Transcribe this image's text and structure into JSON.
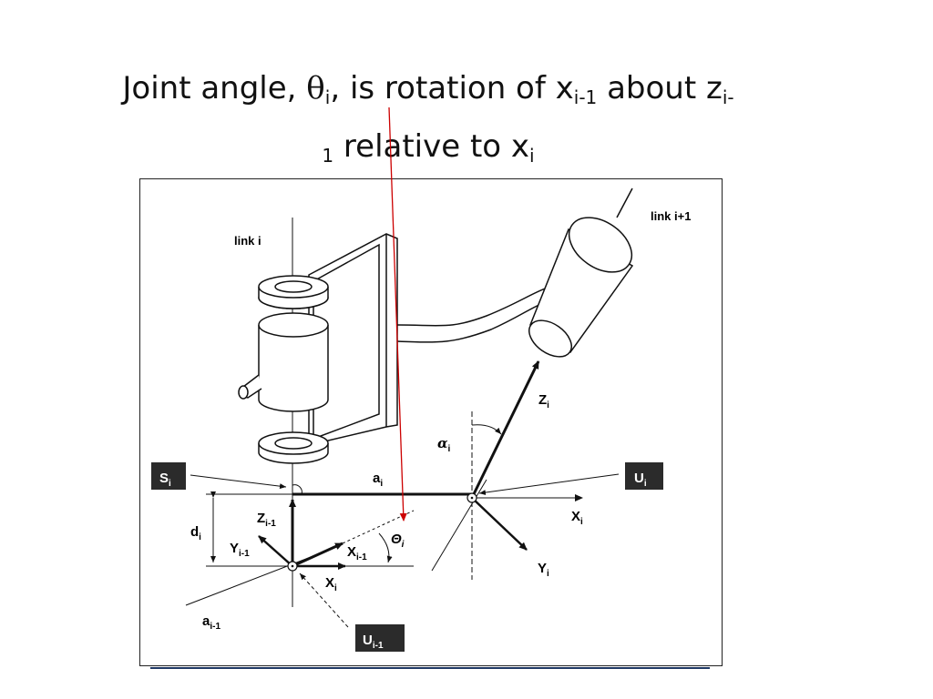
{
  "title": {
    "line1_a": "Joint angle, ",
    "theta": "θ",
    "sub_i": "i",
    "line1_b": ", is rotation of x",
    "sub_im1": "i-1",
    "line1_c": " about z",
    "sub_i_dash": "i-",
    "sub_1": "1",
    "line2": " relative to x",
    "sub_i2": "i"
  },
  "figure": {
    "link_i": "link i",
    "link_ip1": "link i+1",
    "z_i": "Z",
    "z_i_sub": "i",
    "alpha": "α",
    "alpha_sub": "i",
    "a_i": "a",
    "a_i_sub": "i",
    "s_i": "S",
    "s_i_sub": "i",
    "u_i": "U",
    "u_i_sub": "i",
    "d_i": "d",
    "d_i_sub": "i",
    "z_im1": "Z",
    "z_im1_sub": "i-1",
    "y_im1": "Y",
    "y_im1_sub": "i-1",
    "x_im1": "X",
    "x_im1_sub": "i-1",
    "theta_i": "Θ",
    "theta_i_sub": "i",
    "x_i_right": "X",
    "x_i_right_sub": "i",
    "y_i": "Y",
    "y_i_sub": "i",
    "x_i_low": "X",
    "x_i_low_sub": "i",
    "a_im1": "a",
    "a_im1_sub": "i-1",
    "u_im1": "U",
    "u_im1_sub": "i-1"
  },
  "colors": {
    "pointer": "#cc0000",
    "ink": "#111111",
    "box": "#2b2b2b"
  }
}
